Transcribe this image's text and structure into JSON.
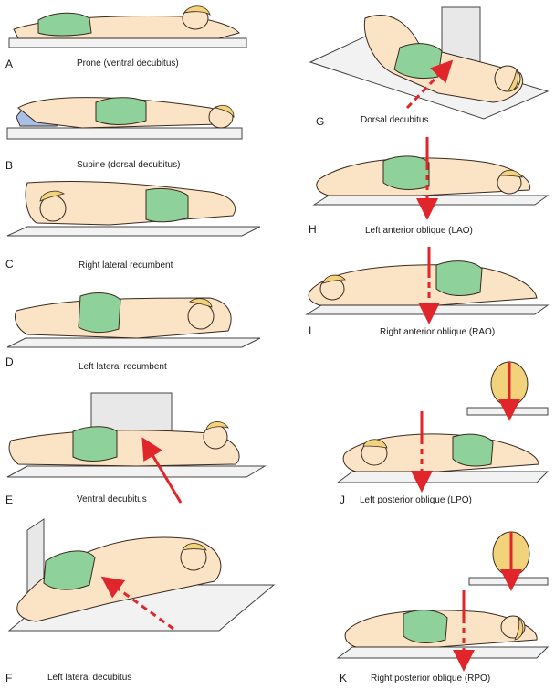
{
  "colors": {
    "skin": "#fbe3c6",
    "skin_line": "#3a2a1e",
    "hair": "#f2d27a",
    "shorts": "#8fd19a",
    "table_top": "#f2f2f2",
    "table_edge": "#444444",
    "board": "#e8e8e8",
    "pillow": "#a8bfe8",
    "arrow": "#e0262b"
  },
  "panels": [
    {
      "letter": "A",
      "caption": "Prone (ventral decubitus)"
    },
    {
      "letter": "B",
      "caption": "Supine (dorsal decubitus)"
    },
    {
      "letter": "C",
      "caption": "Right lateral recumbent"
    },
    {
      "letter": "D",
      "caption": "Left lateral recumbent"
    },
    {
      "letter": "E",
      "caption": "Ventral decubitus"
    },
    {
      "letter": "F",
      "caption": "Left lateral decubitus"
    },
    {
      "letter": "G",
      "caption": "Dorsal decubitus"
    },
    {
      "letter": "H",
      "caption": "Left anterior oblique (LAO)"
    },
    {
      "letter": "I",
      "caption": "Right anterior oblique (RAO)"
    },
    {
      "letter": "J",
      "caption": "Left posterior oblique (LPO)"
    },
    {
      "letter": "K",
      "caption": "Right posterior oblique (RPO)"
    }
  ]
}
